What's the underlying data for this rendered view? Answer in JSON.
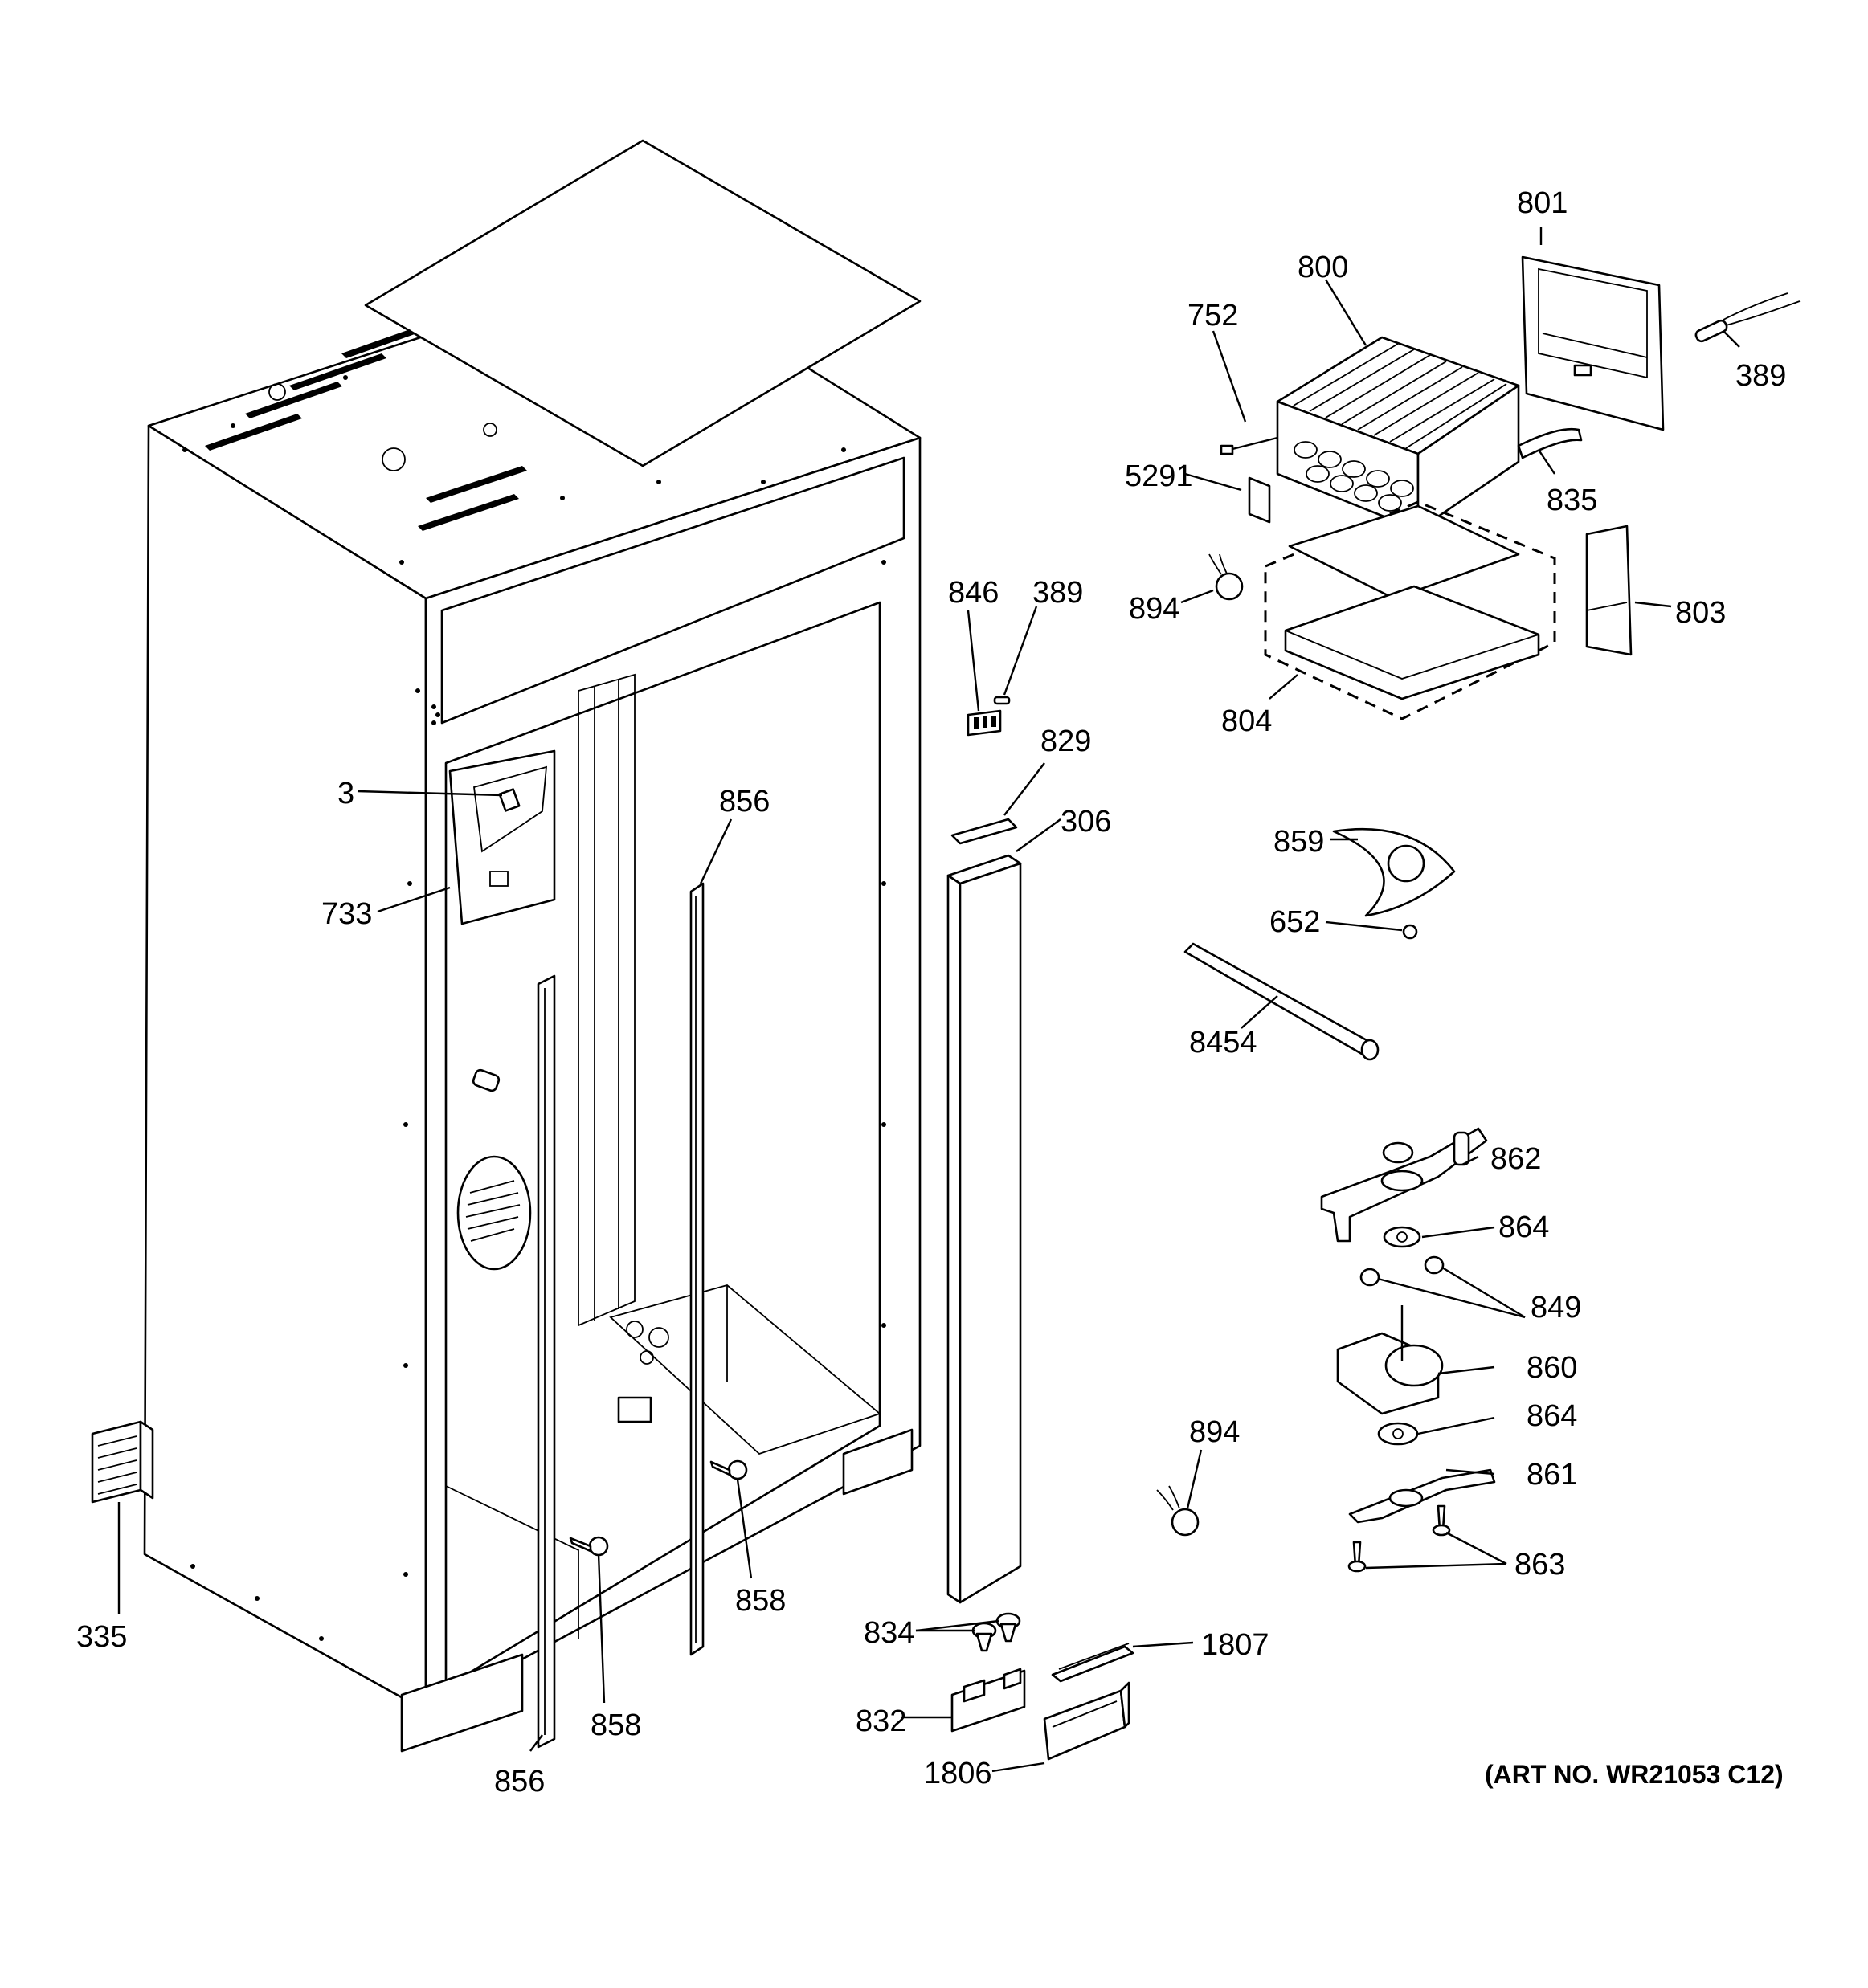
{
  "art_number": "(ART NO. WR21053 C12)",
  "callouts": {
    "c801": "801",
    "c800": "800",
    "c752": "752",
    "c389a": "389",
    "c5291": "5291",
    "c835": "835",
    "c894a": "894",
    "c803": "803",
    "c804": "804",
    "c846": "846",
    "c389b": "389",
    "c829": "829",
    "c3": "3",
    "c856a": "856",
    "c306": "306",
    "c733": "733",
    "c859": "859",
    "c652": "652",
    "c8454": "8454",
    "c862": "862",
    "c864a": "864",
    "c849": "849",
    "c860": "860",
    "c864b": "864",
    "c894b": "894",
    "c861": "861",
    "c863": "863",
    "c858a": "858",
    "c335": "335",
    "c834": "834",
    "c1807": "1807",
    "c832": "832",
    "c858b": "858",
    "c856b": "856",
    "c1806": "1806"
  }
}
